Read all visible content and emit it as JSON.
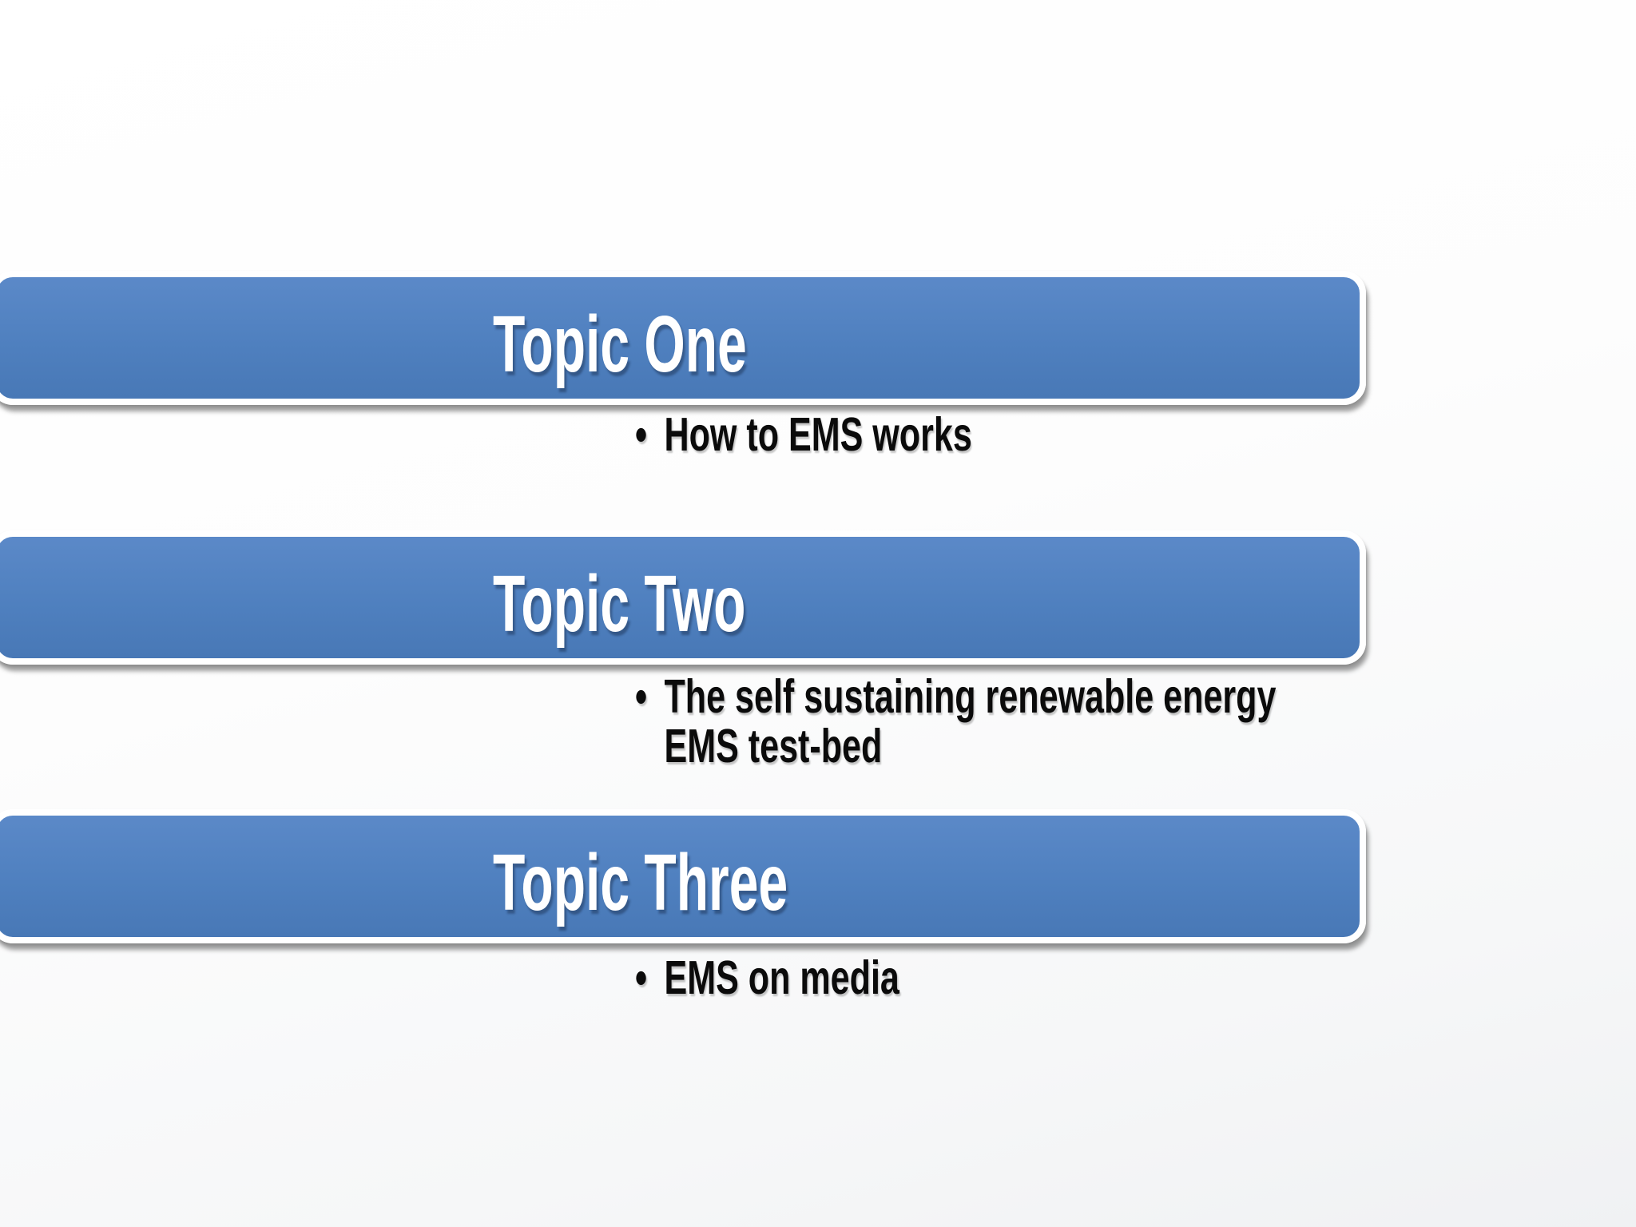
{
  "slide_type": "agenda-slide",
  "colors": {
    "banner_blue": "#4f80bf",
    "banner_outline": "#ffffff",
    "title_text": "#ffffff",
    "bullet_text": "#0b0b0b",
    "background": "#fdfdfd"
  },
  "bullet_char": "•",
  "sections": [
    {
      "title": "Topic One",
      "bullets": [
        {
          "lines": [
            "How to EMS works"
          ]
        }
      ]
    },
    {
      "title": "Topic Two",
      "bullets": [
        {
          "lines": [
            "The self sustaining renewable energy",
            "EMS test-bed"
          ]
        }
      ]
    },
    {
      "title": "Topic Three",
      "bullets": [
        {
          "lines": [
            "EMS on media"
          ]
        }
      ]
    }
  ]
}
